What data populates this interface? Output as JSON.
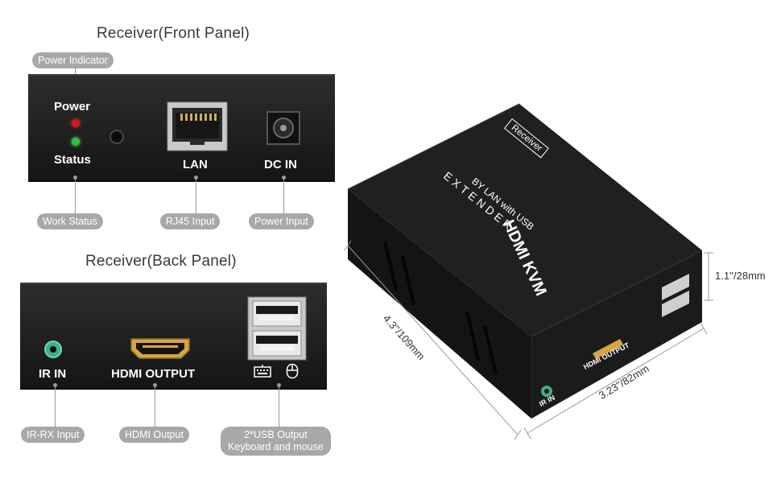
{
  "front": {
    "title": "Receiver(Front Panel)",
    "labels": {
      "power": "Power",
      "status": "Status",
      "lan": "LAN",
      "dc_in": "DC IN"
    },
    "callouts": {
      "power_indicator": "Power Indicator",
      "work_status": "Work Status",
      "rj45_input": "RJ45 Input",
      "power_input": "Power Input"
    }
  },
  "back": {
    "title": "Receiver(Back Panel)",
    "labels": {
      "ir_in": "IR IN",
      "hdmi_output": "HDMI OUTPUT"
    },
    "callouts": {
      "ir_rx_input": "IR-RX Input",
      "hdmi_output": "HDMI Output",
      "usb_line1": "2*USB Output",
      "usb_line2": "Keyboard and mouse"
    }
  },
  "device": {
    "receiver_tag": "Receiver",
    "brand": "HDMI KVM",
    "subtitle": "BY LAN with USB",
    "extender": "EXTENDER",
    "hdmi_label": "HDMI OUTPUT",
    "ir_label": "IR IN",
    "dim_height": "1.1''/28mm",
    "dim_length": "4.3''/109mm",
    "dim_width": "3.23''/82mm"
  },
  "colors": {
    "led_power": "#e0201c",
    "led_status": "#2fbf3a",
    "ir_jack": "#3fae8e",
    "hdmi_gold": "#d6a640",
    "callout_bg": "#a8a8a8"
  },
  "icons": [
    "keyboard-icon",
    "mouse-icon",
    "rj45-port-icon",
    "dc-jack-icon",
    "usb-port-icon",
    "hdmi-port-icon"
  ]
}
